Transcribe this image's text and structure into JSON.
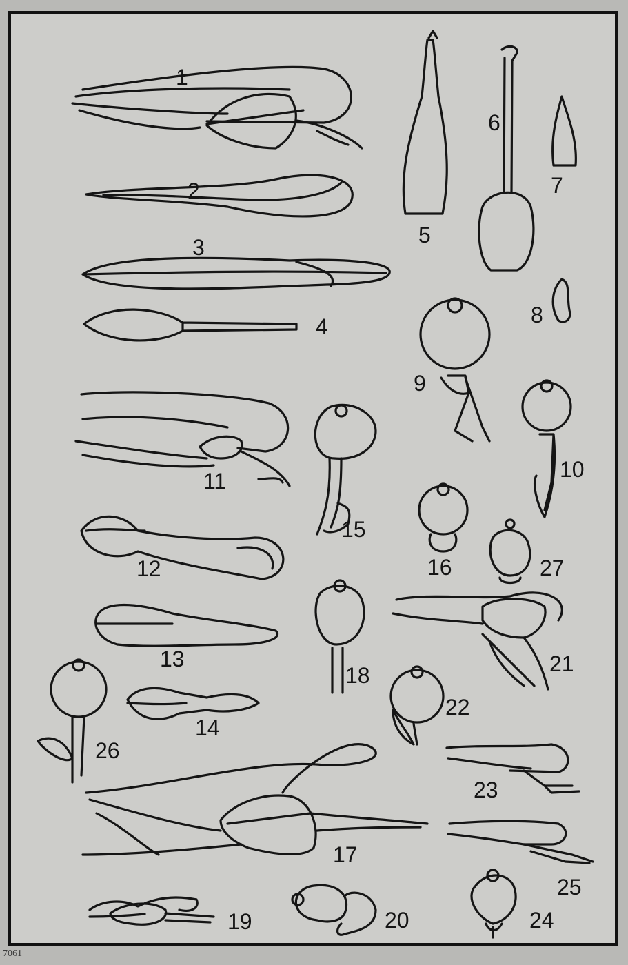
{
  "plate": {
    "background": "#b9b9b6",
    "panel": "#cdcdca",
    "ink": "#151515",
    "corner_mark": "7061"
  },
  "labels": {
    "f1": "1",
    "f2": "2",
    "f3": "3",
    "f4": "4",
    "f5": "5",
    "f6": "6",
    "f7": "7",
    "f8": "8",
    "f9": "9",
    "f10": "10",
    "f11": "11",
    "f12": "12",
    "f13": "13",
    "f14": "14",
    "f15": "15",
    "f16": "16",
    "f17": "17",
    "f18": "18",
    "f19": "19",
    "f20": "20",
    "f21": "21",
    "f22": "22",
    "f23": "23",
    "f24": "24",
    "f25": "25",
    "f26": "26",
    "f27": "27"
  }
}
